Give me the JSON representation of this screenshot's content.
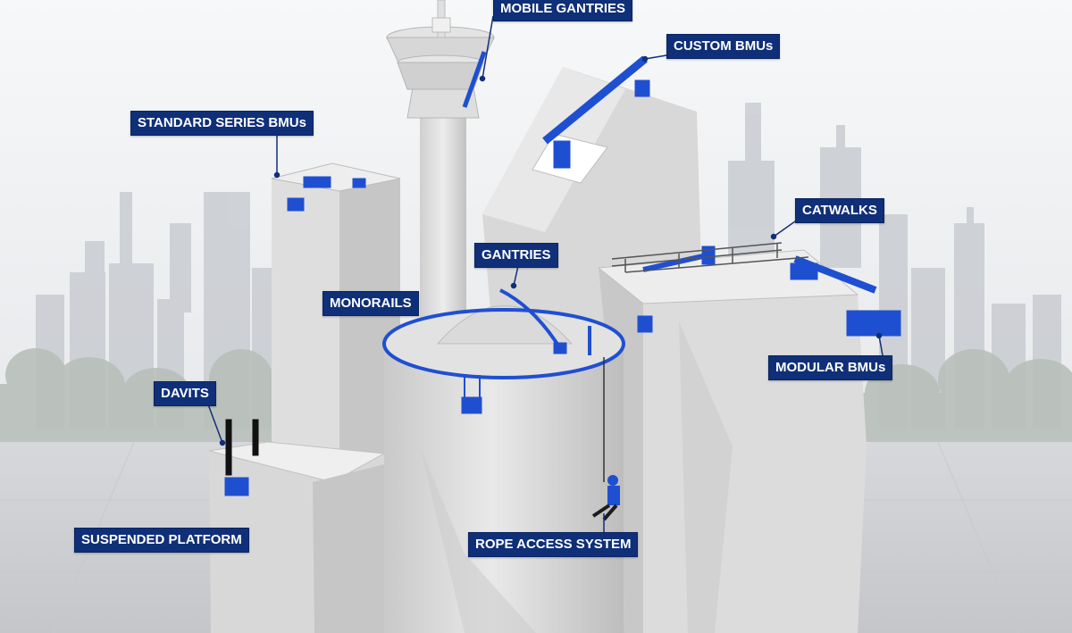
{
  "colors": {
    "equipment_blue": "#1f4fd1",
    "label_background": "#0f2f78",
    "label_text": "#ffffff",
    "concrete": "#dcdcdc",
    "sky": "#f4f5f7",
    "floor": "#d5d7da"
  },
  "labels": {
    "mobile_gantries": "MOBILE GANTRIES",
    "custom_bmus": "CUSTOM BMUs",
    "standard_series_bmus": "STANDARD SERIES BMUs",
    "catwalks": "CATWALKS",
    "gantries": "GANTRIES",
    "monorails": "MONORAILS",
    "modular_bmus": "MODULAR BMUs",
    "davits": "DAVITS",
    "suspended_platform": "SUSPENDED PLATFORM",
    "rope_access_system": "ROPE ACCESS SYSTEM"
  }
}
